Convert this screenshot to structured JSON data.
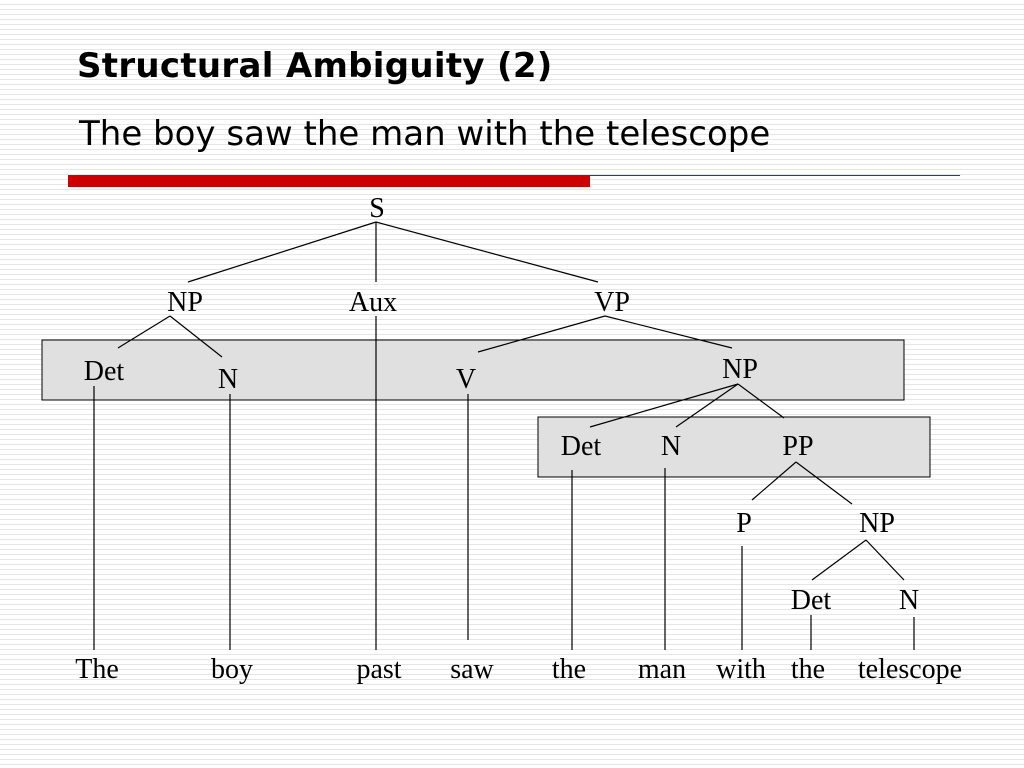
{
  "slide": {
    "title": "Structural Ambiguity (2)",
    "sentence": "The boy saw the man with the telescope",
    "accent_color": "#cc0000"
  },
  "tree": {
    "labels": {
      "s": "S",
      "np1": "NP",
      "aux": "Aux",
      "vp": "VP",
      "det1": "Det",
      "n1": "N",
      "v": "V",
      "np2": "NP",
      "det2": "Det",
      "n2": "N",
      "pp": "PP",
      "p": "P",
      "np3": "NP",
      "det3": "Det",
      "n3": "N"
    },
    "words": {
      "the1": "The",
      "boy": "boy",
      "past": "past",
      "saw": "saw",
      "the2": "the",
      "man": "man",
      "with": "with",
      "the3": "the",
      "telescope": "telescope"
    }
  }
}
